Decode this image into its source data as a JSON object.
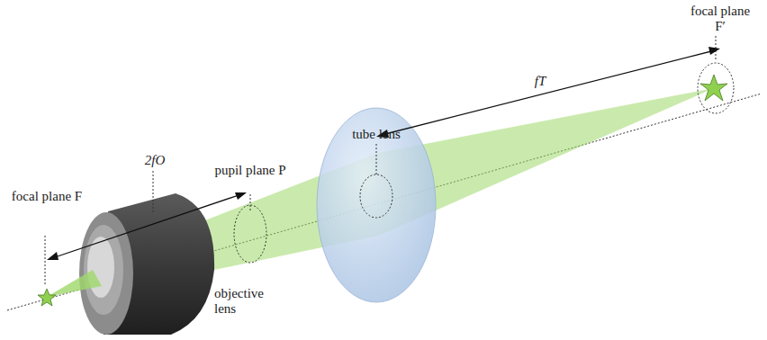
{
  "diagram": {
    "labels": [
      "focal plane F",
      "2fO",
      "pupil plane P",
      "tube lens",
      "fT",
      "focal plane F′",
      "objective lens"
    ]
  }
}
